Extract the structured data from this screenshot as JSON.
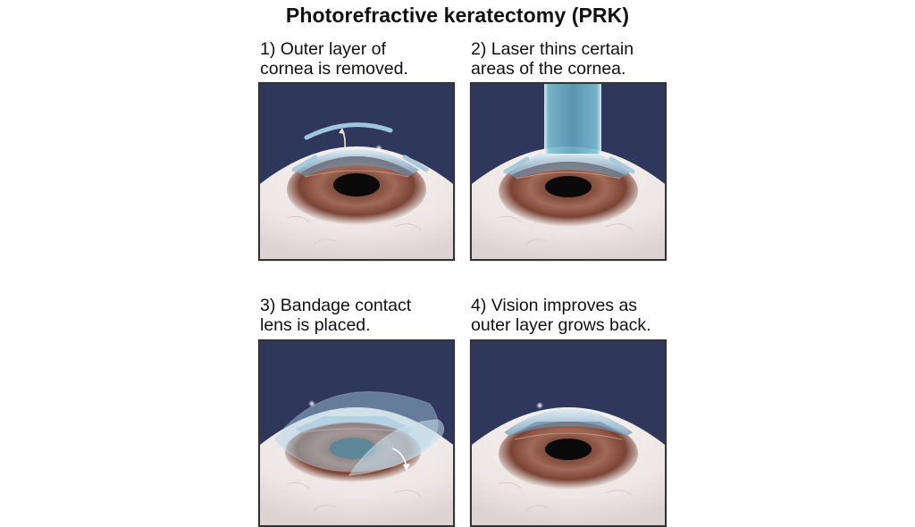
{
  "title": "Photorefractive keratectomy (PRK)",
  "colors": {
    "panel_background": "#2f375c",
    "sclera": "#efe9e8",
    "iris": "#7a4433",
    "pupil": "#0a0a0a",
    "cornea": "#9fc3d8",
    "laser": "#6fb0c8",
    "border": "#333333"
  },
  "steps": [
    {
      "number": "1)",
      "lines": [
        "1) Outer layer of",
        "cornea is removed."
      ],
      "illustration": "cornea-outer-layer-lifted-with-arrow"
    },
    {
      "number": "2)",
      "lines": [
        "2) Laser thins certain",
        "areas of the cornea."
      ],
      "illustration": "laser-beam-on-cornea"
    },
    {
      "number": "3)",
      "lines": [
        "3) Bandage contact",
        "lens is placed."
      ],
      "illustration": "contact-lens-placed-with-arrow"
    },
    {
      "number": "4)",
      "lines": [
        "4) Vision improves as",
        "outer layer grows back."
      ],
      "illustration": "healed-cornea"
    }
  ]
}
